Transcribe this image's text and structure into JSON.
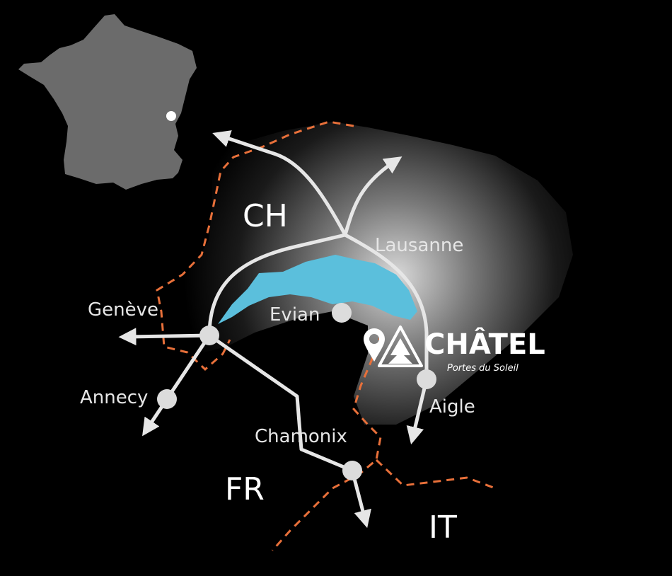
{
  "colors": {
    "background": "#000000",
    "glow": "#ffffff",
    "lake": "#5bbfdc",
    "routes": "#e6e6e6",
    "border": "#e8703a",
    "france": "#6b6b6b"
  },
  "countries": {
    "ch": "CH",
    "fr": "FR",
    "it": "IT"
  },
  "cities": {
    "lausanne": "Lausanne",
    "geneve": "Genève",
    "evian": "Evian",
    "annecy": "Annecy",
    "chamonix": "Chamonix",
    "aigle": "Aigle"
  },
  "logo": {
    "name": "CHÂTEL",
    "tagline": "Portes du Soleil",
    "icons": [
      "location-pin-icon",
      "pine-tree-icon"
    ]
  }
}
